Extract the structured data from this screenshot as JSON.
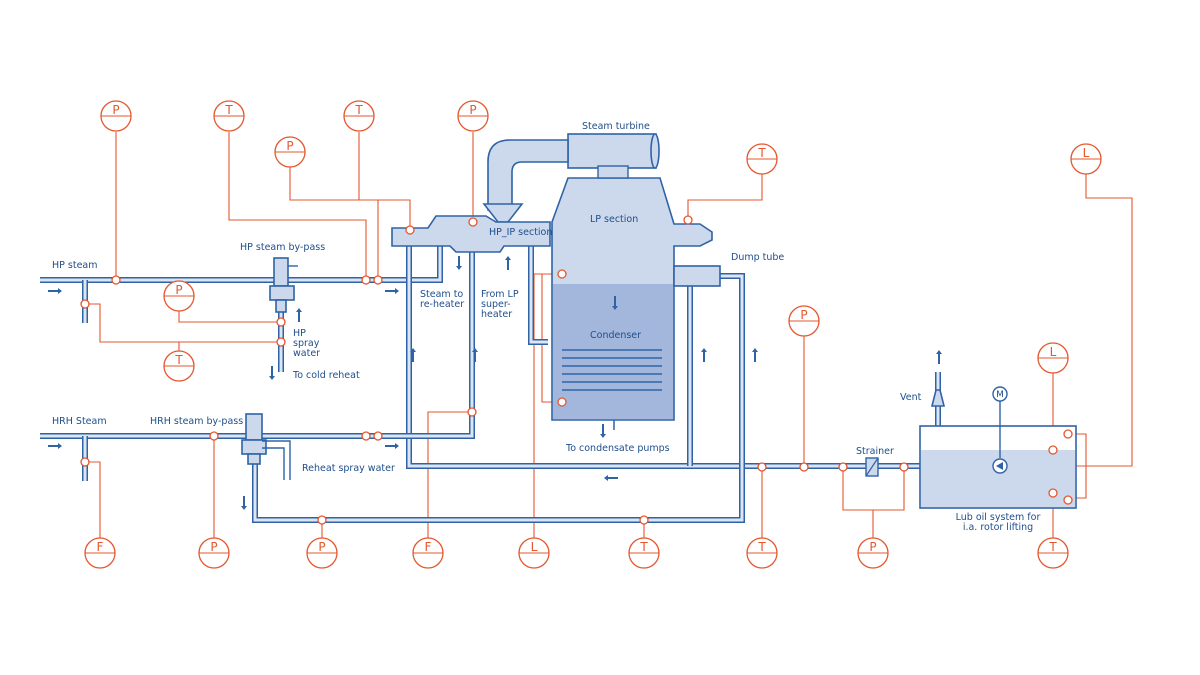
{
  "labels": {
    "steam_turbine": "Steam turbine",
    "lp_section": "LP section",
    "hp_ip_section": "HP_IP section",
    "dump_tube": "Dump tube",
    "hp_steam": "HP steam",
    "hp_steam_bypass": "HP steam by-pass",
    "steam_to_reheater": [
      "Steam to",
      "re-heater"
    ],
    "from_lp_superheater": [
      "From LP",
      "super-",
      "heater"
    ],
    "hp_spray_water": [
      "HP",
      "spray",
      "water"
    ],
    "to_cold_reheat": "To cold reheat",
    "hrh_steam": "HRH Steam",
    "hrh_steam_bypass": "HRH steam by-pass",
    "reheat_spray_water": "Reheat spray water",
    "condenser": "Condenser",
    "to_condensate_pumps": "To condensate pumps",
    "vent": "Vent",
    "strainer": "Strainer",
    "motor": "M",
    "lub_oil_system": [
      "Lub oil system for",
      "i.a. rotor lifting"
    ]
  },
  "instruments": [
    {
      "id": "p-hp-steam",
      "letter": "P"
    },
    {
      "id": "t-bypass-top",
      "letter": "T"
    },
    {
      "id": "p-bypass-top",
      "letter": "P"
    },
    {
      "id": "t-reheater",
      "letter": "T"
    },
    {
      "id": "p-turbine",
      "letter": "P"
    },
    {
      "id": "t-lp-section",
      "letter": "T"
    },
    {
      "id": "l-lub-oil-top",
      "letter": "L"
    },
    {
      "id": "p-spray",
      "letter": "P"
    },
    {
      "id": "t-spray",
      "letter": "T"
    },
    {
      "id": "p-strainer-up",
      "letter": "P"
    },
    {
      "id": "l-tank",
      "letter": "L"
    },
    {
      "id": "f-hrh",
      "letter": "F"
    },
    {
      "id": "p-hrh-bypass",
      "letter": "P"
    },
    {
      "id": "p-bottom-line",
      "letter": "P"
    },
    {
      "id": "f-reheat",
      "letter": "F"
    },
    {
      "id": "l-condenser",
      "letter": "L"
    },
    {
      "id": "t-bottom-line",
      "letter": "T"
    },
    {
      "id": "t-oil-line",
      "letter": "T"
    },
    {
      "id": "p-strainer",
      "letter": "P"
    },
    {
      "id": "t-tank",
      "letter": "T"
    }
  ],
  "colors": {
    "pipe_outline": "#2f63a6",
    "pipe_fill": "#dbe5f3",
    "signal": "#e4572e",
    "vessel": "#ccd8ec",
    "condensate": "#a3b7dc",
    "label_text": "#1f4e8c"
  }
}
